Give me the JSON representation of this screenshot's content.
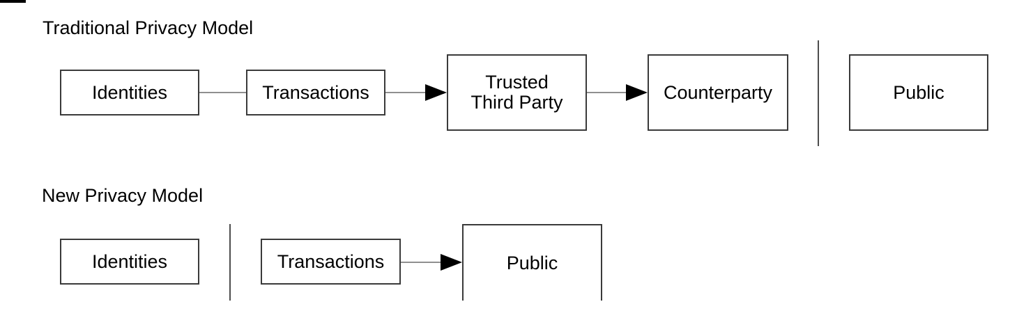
{
  "colors": {
    "background": "#ffffff",
    "text": "#000000",
    "box_border": "#3a3a3a",
    "connector_line": "#8f8f8f",
    "arrow_head": "#000000",
    "divider_line": "#4d4d4d",
    "crop_artifact": "#000000"
  },
  "traditional": {
    "title": "Traditional Privacy Model",
    "nodes": {
      "identities": "Identities",
      "transactions": "Transactions",
      "trusted_third_party": "Trusted\nThird Party",
      "counterparty": "Counterparty",
      "public": "Public"
    }
  },
  "new_model": {
    "title": "New Privacy Model",
    "nodes": {
      "identities": "Identities",
      "transactions": "Transactions",
      "public": "Public"
    }
  }
}
